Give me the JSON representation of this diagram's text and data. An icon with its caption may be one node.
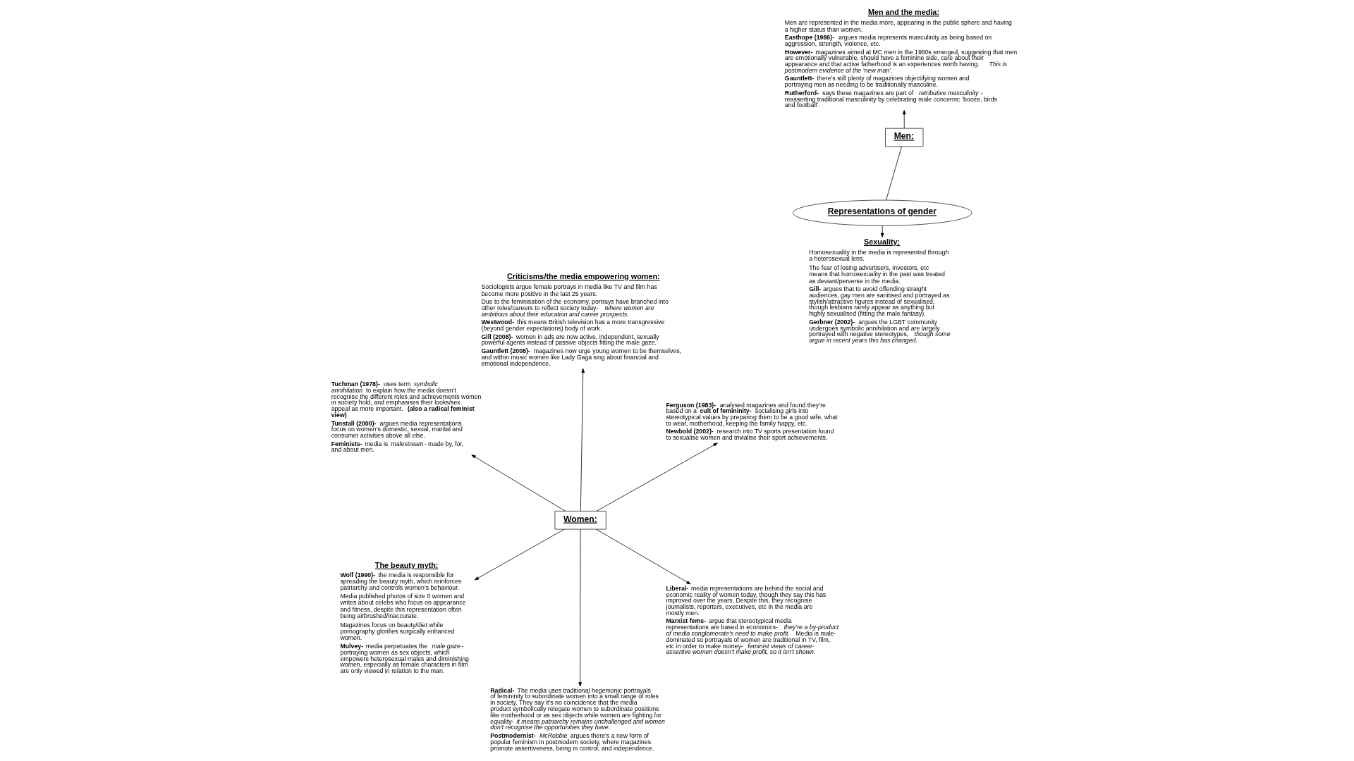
{
  "diagram": {
    "nodes": [
      {
        "text": [
          "Representations of gender"
        ]
      },
      {
        "text": [
          "Women:"
        ]
      },
      {
        "text": [
          "Men:"
        ]
      },
      {
        "text": [
          "**Liberal-** media representations are behind the social and economic reality of women today, though they say this has improved over the years. Despite this, they recognise journalists, reporters, executives, etc in the media are mostly men.",
          "**Marxist fems-** argue that stereotypical media representations are based in economics- *they’re a by-product of media conglomerate’s need to make profit.* Media is male-dominated so portrayals of women are traditional in TV, film, etc in order to make money- *feminist views of career-assertive women doesn’t make profit, so it isn’t shown.*"
        ]
      },
      {
        "text": [
          "**Radical-** The media uses traditional hegemonic portrayals of femininity to subordinate women into a small range of roles in society. They say it’s no coincidence that the media product symbolically relegate women to subordinate positions like motherhood or as sex objects while women are fighting for equality- *it means patriarchy remains unchallenged and women don’t recognise the opportunities they have.*",
          "**Postmodernist-** *McRobbie* argues there’s a new form of popular feminism in postmodern society, where magazines promote assertiveness, being in control, and independence."
        ]
      },
      {
        "text": [
          "**Tuchman (1978)-** uses term *symbolic annihilation* to explain how the media doesn’t recognise the different roles and achievements women in society hold, and emphasises their looks/sex appeal as more important. **(also a radical feminist view)**",
          "**Tunstall (2000)-** argues media representations focus on women’s domestic, sexual, marital and consumer activities above all else.",
          "**Feminists-** media is *malestream*- made by, for, and about men."
        ]
      },
      {
        "text": [
          "**Ferguson (1983)-** analysed magazines and found they’re based on a **cult of femininity-** socialising girls into stereotypical values by preparing them to be a good wife, what to wear, motherhood, keeping the family happy, etc.",
          "**Newbold (2002)-** research into TV sports presentation found to sexualise women and trivialise their sport achievements."
        ]
      },
      {
        "text": [
          "Criticisms/the media empowering women:",
          "Sociologists argue female portrays in media like TV and film has become more positive in the last 25 years.",
          "Due to the feminisation of the economy, portrays have branched into other roles/careers to reflect society today- *where women are ambitious about their education and career prospects.*",
          "**Westwood-** this means British television has a more transgressive (beyond gender expectations) body of work.",
          "**Gill (2008)-** women in ads are now active, independent, sexually powerful agents instead of passive objects fitting the male gaze.",
          "**Gauntlett (2008)-** magazines now urge young women to be themselves, and within music women like Lady Gaga sing about financial and emotional independence."
        ]
      },
      {
        "text": [
          "The beauty myth:",
          "**Wolf (1990)-** the media is responsible for spreading the beauty myth, which reinforces patriarchy and controls women’s behaviour.",
          "Media published photos of size 0 women and writes about celebs who focus on appearance and fitness, despite this representation often being airbrushed/inaccurate.",
          "Magazines focus on beauty/diet while pornography glorifies surgically enhanced women.",
          "**Mulvey-** media perpetuates the *male gaze*- portraying women as sex objects, which empowers heterosexual males and diminishing women, especially as female characters in film are only viewed in relation to the man."
        ]
      },
      {
        "text": [
          "Sexuality:",
          "Homosexuality in the media is represented through a heterosexual lens.",
          "The fear of losing advertisers, investors, etc means that homosexuality in the past was treated as deviant/perverse in the media.",
          "**Gill-** argues that to avoid offending straight audiences, gay men are sanitised and portrayed as stylish/attractive figures instead of sexualised, though lesbians rarely appear as anything but highly sexualised (fitting the male fantasy).",
          "**Gerbner (2002)-** argues the LGBT community undergoes symbolic annihilation and are largely portrayed with negative stereotypes, *though some argue in recent years this has changed.*"
        ]
      },
      {
        "text": [
          "Men and the media:",
          "Men are represented in the media more, appearing in the public sphere and having a higher status than women.",
          "**Easthope (1986)-** argues media represents masculinity as being based on aggression, strength, violence, etc.",
          "**However-** magazines aimed at MC men in the 1980s emerged, suggesting that men are emotionally vulnerable, should have a feminine side, care about their appearance and that active fatherhood is an experiences worth having. *This is postmodern evidence of the ‘new man’.*",
          "**Gauntlett-** there’s still plenty of magazines objectifying women and portraying men as needing to be traditionally masculine.",
          "**Rutherford-** says these magazines are part of *retributive masculinity*- reasserting traditional masculinity by celebrating male concerns: ‘booze, birds and football’."
        ]
      }
    ],
    "edges": [
      {
        "from": 1,
        "to": 3,
        "arrow": "to"
      },
      {
        "from": 1,
        "to": 4,
        "arrow": "to"
      },
      {
        "from": 1,
        "to": 5,
        "arrow": "to"
      },
      {
        "from": 1,
        "to": 6,
        "arrow": "to"
      },
      {
        "from": 1,
        "to": 7,
        "arrow": "to"
      },
      {
        "from": 1,
        "to": 8,
        "arrow": "to"
      },
      {
        "from": 0,
        "to": 2,
        "arrow": "none"
      },
      {
        "from": 0,
        "to": 9,
        "arrow": "to"
      },
      {
        "from": 2,
        "to": 10,
        "arrow": "to"
      }
    ]
  }
}
